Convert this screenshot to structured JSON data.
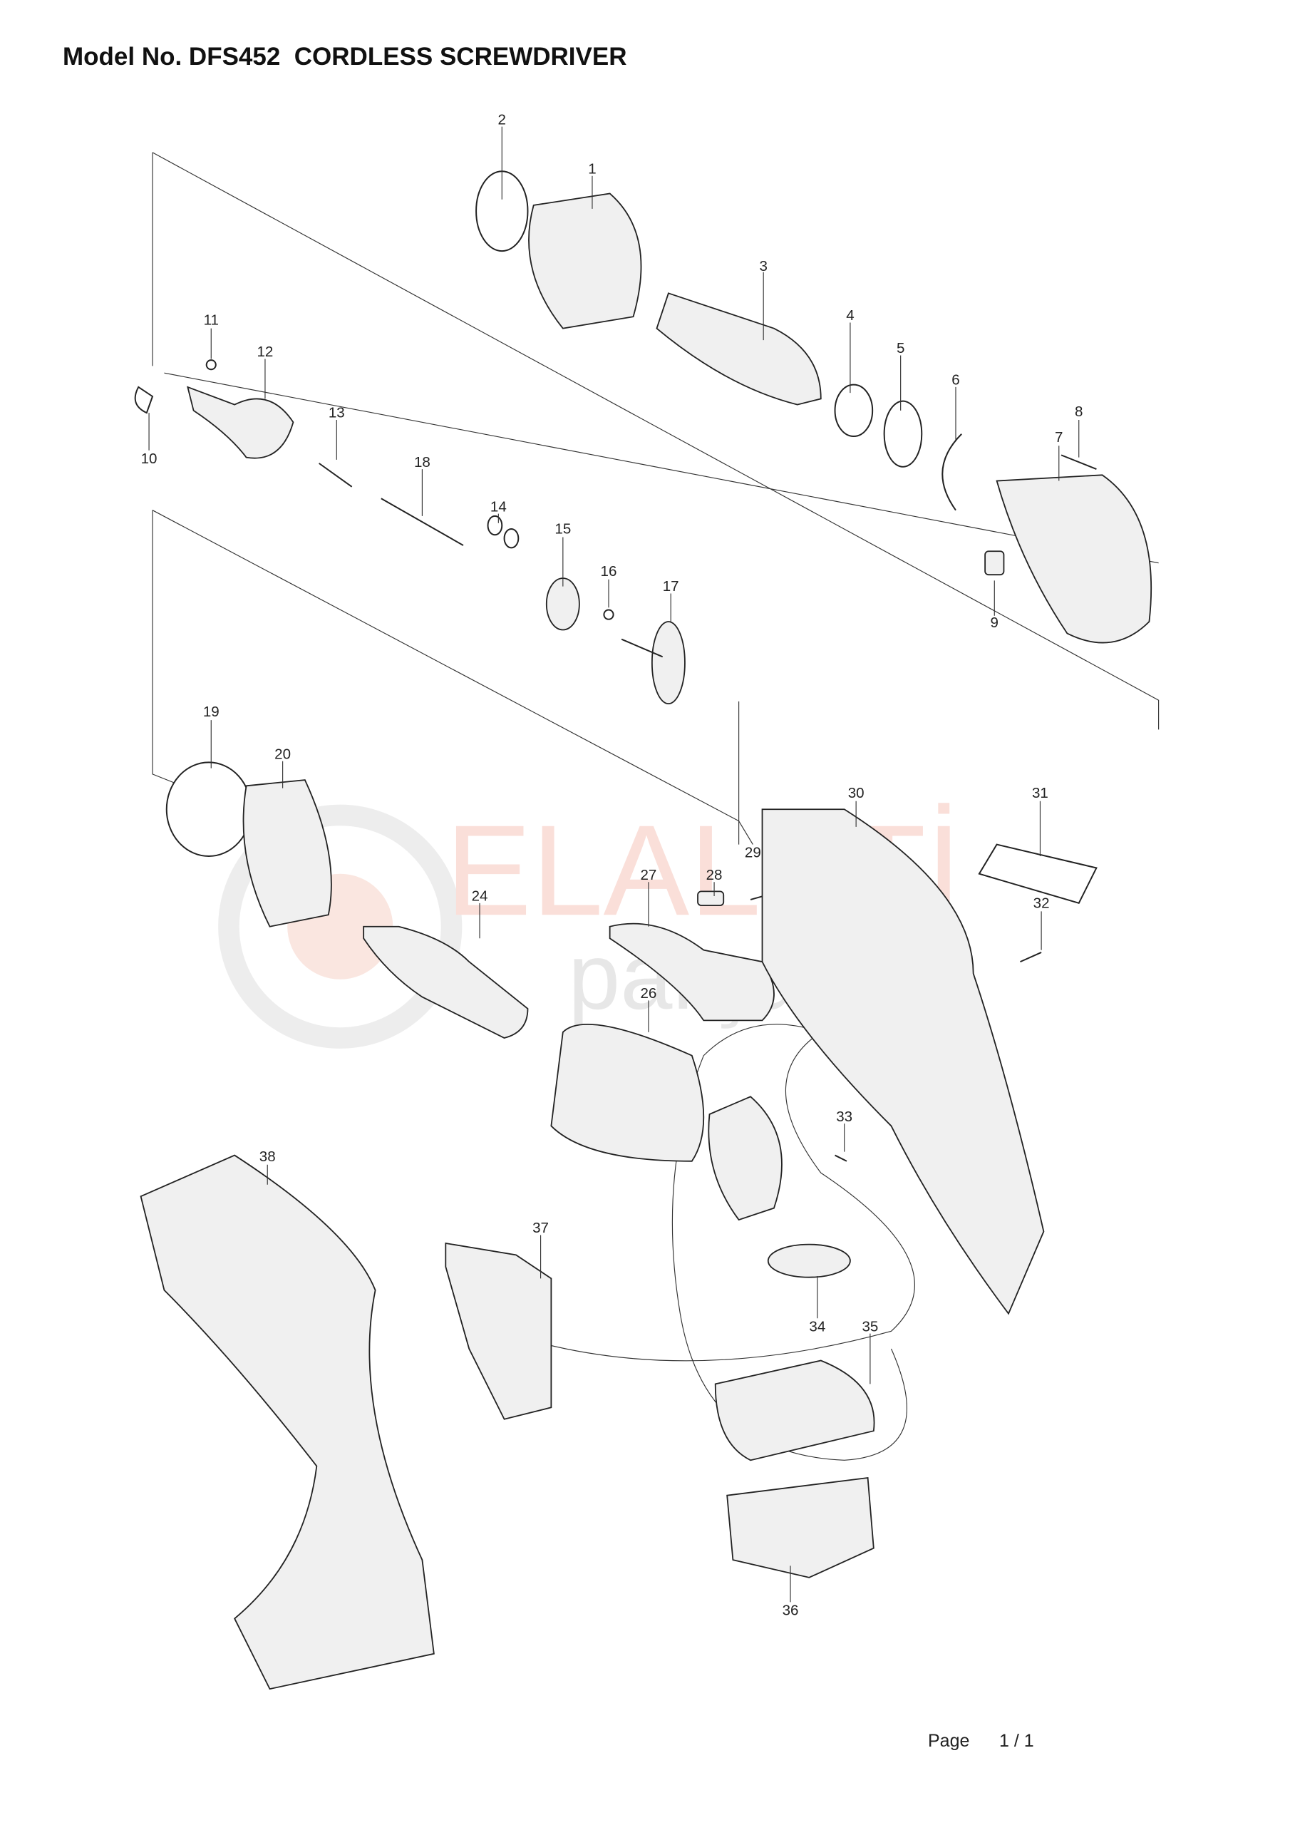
{
  "header": {
    "title": "Model No. DFS452  CORDLESS SCREWDRIVER"
  },
  "watermark": {
    "line1": "ELALETİ",
    "line2": "parçaları",
    "color": "#e8a79a"
  },
  "parts": [
    "1",
    "2",
    "3",
    "4",
    "5",
    "6",
    "7",
    "8",
    "9",
    "10",
    "11",
    "12",
    "13",
    "14",
    "15",
    "16",
    "17",
    "18",
    "19",
    "20",
    "24",
    "26",
    "27",
    "28",
    "29",
    "30",
    "31",
    "32",
    "33",
    "34",
    "35",
    "36",
    "37",
    "38"
  ],
  "footer": {
    "page_label": "Page",
    "page_value": "1 / 1"
  }
}
